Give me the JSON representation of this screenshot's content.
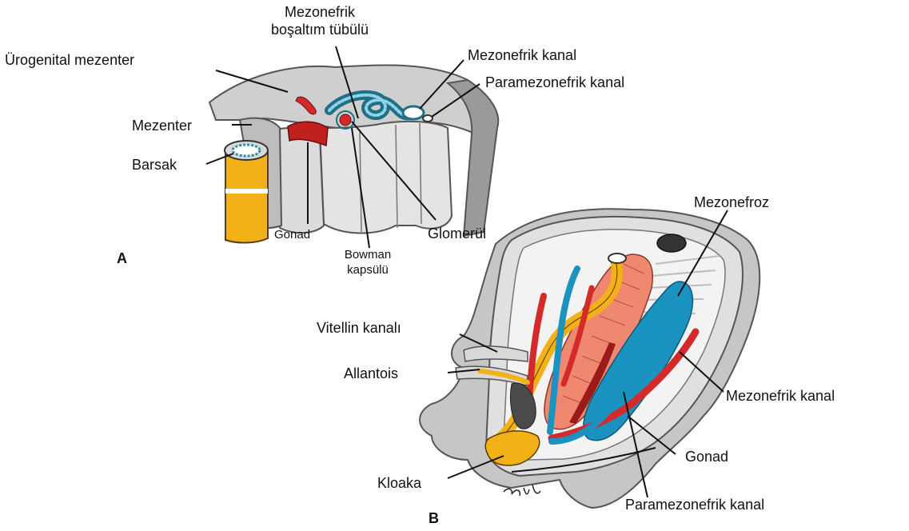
{
  "labels": {
    "mezonefrik_bosaltim_line1": "Mezonefrik",
    "mezonefrik_bosaltim_line2": "boşaltım tübülü",
    "urogenital_mezenter": "Ürogenital mezenter",
    "mezonefrik_kanal_a": "Mezonefrik kanal",
    "paramezonefrik_kanal_a": "Paramezonefrik kanal",
    "mezenter": "Mezenter",
    "barsak": "Barsak",
    "gonad_a": "Gonad",
    "glomerul": "Glomerül",
    "bowman_line1": "Bowman",
    "bowman_line2": "kapsülü",
    "mezonefroz": "Mezonefroz",
    "vitellin_kanali": "Vitellin kanalı",
    "allantois": "Allantois",
    "mezonefrik_kanal_b": "Mezonefrik kanal",
    "gonad_b": "Gonad",
    "kloaka": "Kloaka",
    "paramezonefrik_kanal_b": "Paramezonefrik kanal"
  },
  "panels": {
    "a": "A",
    "b": "B"
  },
  "colors": {
    "tissue_gray": "#c8c8c8",
    "tissue_dark": "#8f8f8f",
    "gut_orange": "#f2b117",
    "vessel_red": "#d42a2a",
    "duct_blue": "#1b93c0",
    "mesonephros_salmon": "#f08870",
    "tubule_teal": "#2a8fa8"
  }
}
